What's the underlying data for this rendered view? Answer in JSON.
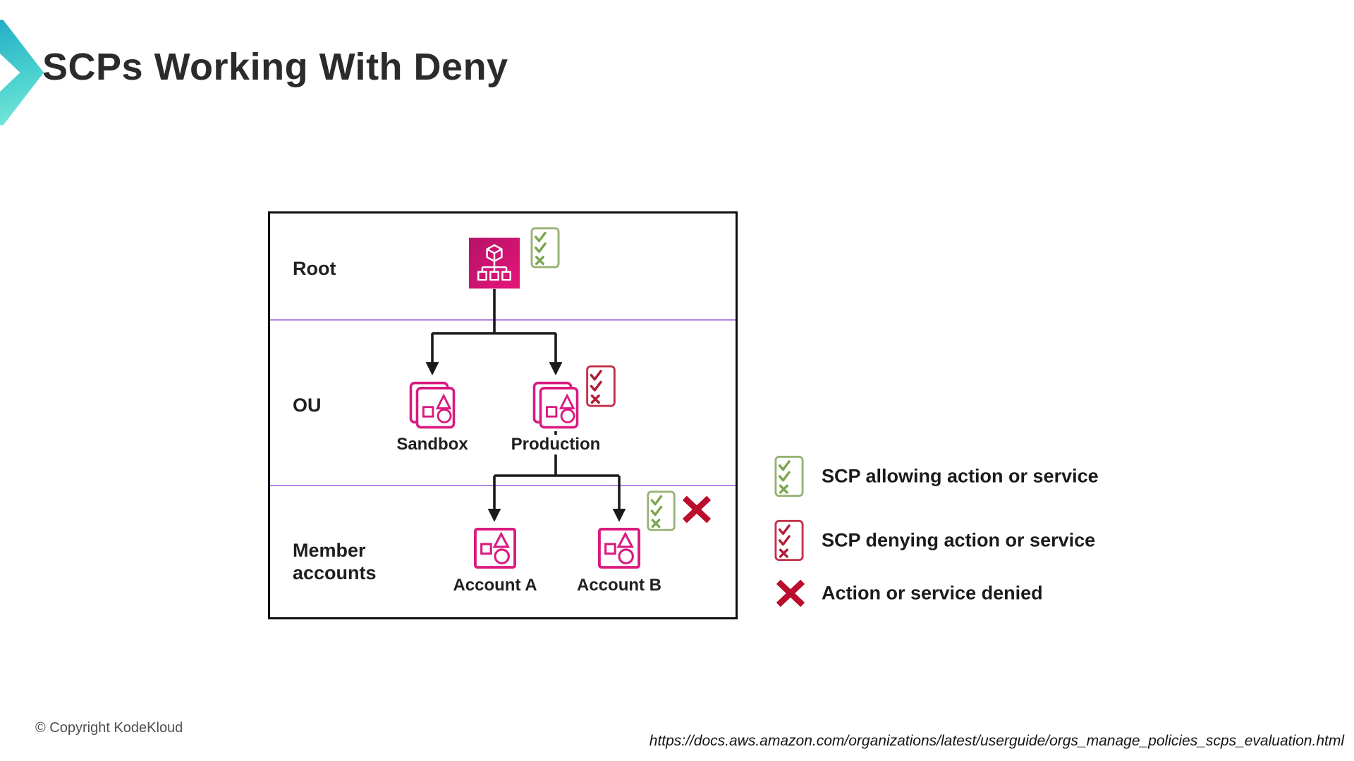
{
  "title": "SCPs Working With Deny",
  "diagram": {
    "row_labels": [
      "Root",
      "OU",
      "Member accounts"
    ],
    "nodes": {
      "sandbox": "Sandbox",
      "production": "Production",
      "account_a": "Account A",
      "account_b": "Account B"
    }
  },
  "legend": {
    "items": [
      {
        "icon": "scp-allow-icon",
        "label": "SCP allowing action or service"
      },
      {
        "icon": "scp-deny-icon",
        "label": "SCP denying action or service"
      },
      {
        "icon": "denied-x-icon",
        "label": "Action or service denied"
      }
    ]
  },
  "footer": {
    "copyright": "© Copyright KodeKloud",
    "source_url": "https://docs.aws.amazon.com/organizations/latest/userguide/orgs_manage_policies_scps_evaluation.html"
  },
  "colors": {
    "aws_magenta": "#d91a80",
    "aws_magenta_gradient_start": "#b41367",
    "aws_magenta_gradient_end": "#e7157b",
    "scp_allow_green_border": "#95b274",
    "scp_allow_green_marks": "#7aa64e",
    "scp_deny_red_border": "#c43049",
    "scp_deny_red_marks": "#b01f36",
    "denied_x_red": "#b90e2d",
    "divider_purple": "#b186e3",
    "logo_teal_start": "#24aec6",
    "logo_teal_end": "#7ceadb"
  }
}
